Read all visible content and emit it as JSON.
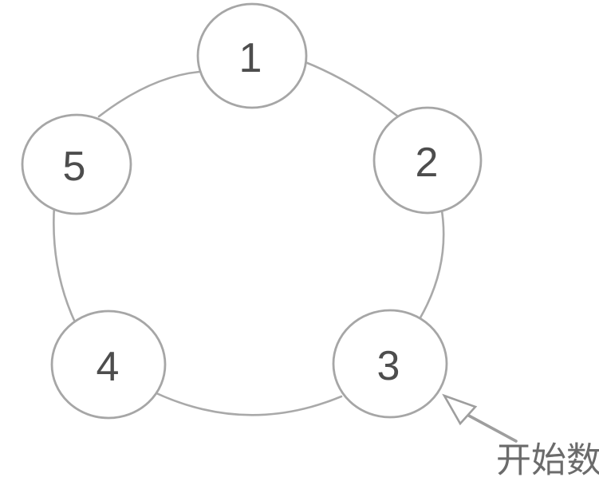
{
  "diagram": {
    "type": "circular-counting-ring",
    "nodes": [
      {
        "label": "1"
      },
      {
        "label": "2"
      },
      {
        "label": "3"
      },
      {
        "label": "4"
      },
      {
        "label": "5"
      }
    ],
    "annotation": {
      "text": "开始数",
      "arrow_points_to_node": "3"
    },
    "colors": {
      "background": "#ffffff",
      "node_stroke": "#a6a6a6",
      "node_fill": "#ffffff",
      "connector_stroke": "#a9a9a9",
      "number_text": "#4d4d4d",
      "annotation_text": "#6b6b6b",
      "arrow": "#9e9e9e"
    }
  }
}
